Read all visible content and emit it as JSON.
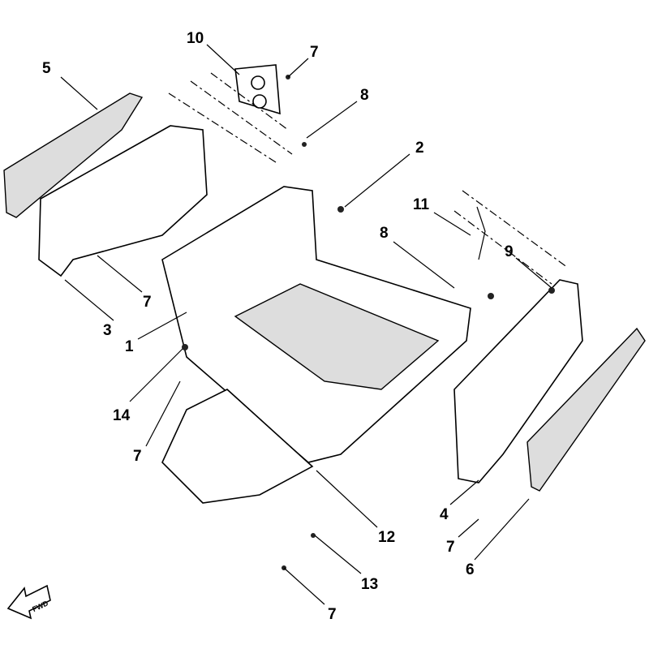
{
  "diagram": {
    "callouts": [
      {
        "id": "c10",
        "label": "10"
      },
      {
        "id": "c7a",
        "label": "7"
      },
      {
        "id": "c5",
        "label": "5"
      },
      {
        "id": "c8a",
        "label": "8"
      },
      {
        "id": "c2",
        "label": "2"
      },
      {
        "id": "c11",
        "label": "11"
      },
      {
        "id": "c8b",
        "label": "8"
      },
      {
        "id": "c9",
        "label": "9"
      },
      {
        "id": "c7b",
        "label": "7"
      },
      {
        "id": "c3",
        "label": "3"
      },
      {
        "id": "c1",
        "label": "1"
      },
      {
        "id": "c14",
        "label": "14"
      },
      {
        "id": "c7c",
        "label": "7"
      },
      {
        "id": "c12",
        "label": "12"
      },
      {
        "id": "c4",
        "label": "4"
      },
      {
        "id": "c7d",
        "label": "7"
      },
      {
        "id": "c6",
        "label": "6"
      },
      {
        "id": "c13",
        "label": "13"
      },
      {
        "id": "c7e",
        "label": "7"
      }
    ],
    "direction_badge": "FWD"
  }
}
